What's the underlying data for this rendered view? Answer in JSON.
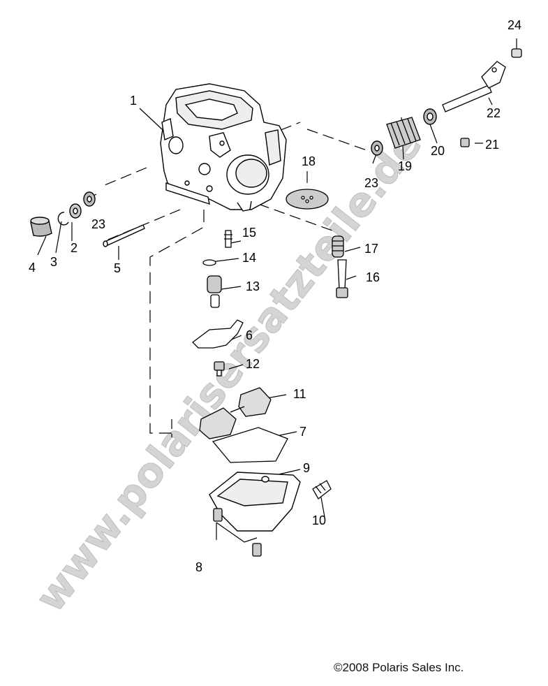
{
  "diagram": {
    "labels": {
      "p1": "1",
      "p2": "2",
      "p3": "3",
      "p4": "4",
      "p5": "5",
      "p6": "6",
      "p7": "7",
      "p8": "8",
      "p9": "9",
      "p10": "10",
      "p11": "11",
      "p12": "12",
      "p13": "13",
      "p14": "14",
      "p15": "15",
      "p16": "16",
      "p17": "17",
      "p18": "18",
      "p19": "19",
      "p20": "20",
      "p21": "21",
      "p22": "22",
      "p23a": "23",
      "p23b": "23",
      "p24": "24"
    },
    "watermark": "www.polarisersatzteile.de",
    "copyright": "©2008 Polaris Sales Inc."
  },
  "colors": {
    "line": "#000000",
    "watermark": "#d4d4d4",
    "background": "#ffffff"
  }
}
